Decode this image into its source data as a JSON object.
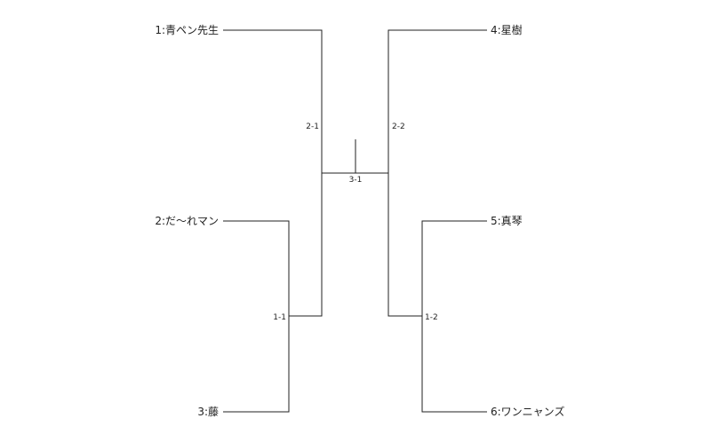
{
  "players": [
    {
      "seed": 1,
      "label": "1:青ペン先生"
    },
    {
      "seed": 2,
      "label": "2:だ〜れマン"
    },
    {
      "seed": 3,
      "label": "3:藤"
    },
    {
      "seed": 4,
      "label": "4:星樹"
    },
    {
      "seed": 5,
      "label": "5:真琴"
    },
    {
      "seed": 6,
      "label": "6:ワンニャンズ"
    }
  ],
  "matches": [
    {
      "id": "1-1",
      "label": "1-1"
    },
    {
      "id": "1-2",
      "label": "1-2"
    },
    {
      "id": "2-1",
      "label": "2-1"
    },
    {
      "id": "2-2",
      "label": "2-2"
    },
    {
      "id": "3-1",
      "label": "3-1"
    }
  ]
}
